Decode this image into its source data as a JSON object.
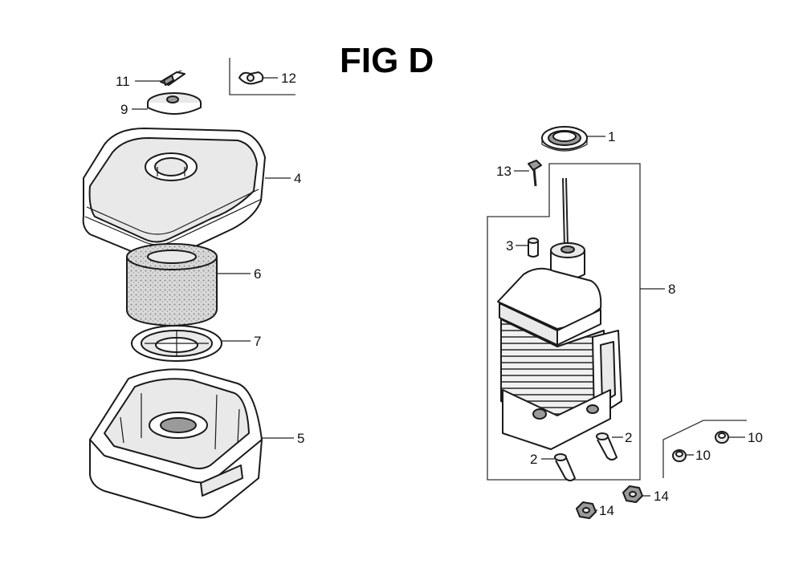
{
  "title": "FIG D",
  "callouts": {
    "c1": "1",
    "c2a": "2",
    "c2b": "2",
    "c3": "3",
    "c4": "4",
    "c5": "5",
    "c6": "6",
    "c7": "7",
    "c8": "8",
    "c9": "9",
    "c10a": "10",
    "c10b": "10",
    "c11": "11",
    "c12": "12",
    "c13": "13",
    "c14a": "14",
    "c14b": "14"
  }
}
